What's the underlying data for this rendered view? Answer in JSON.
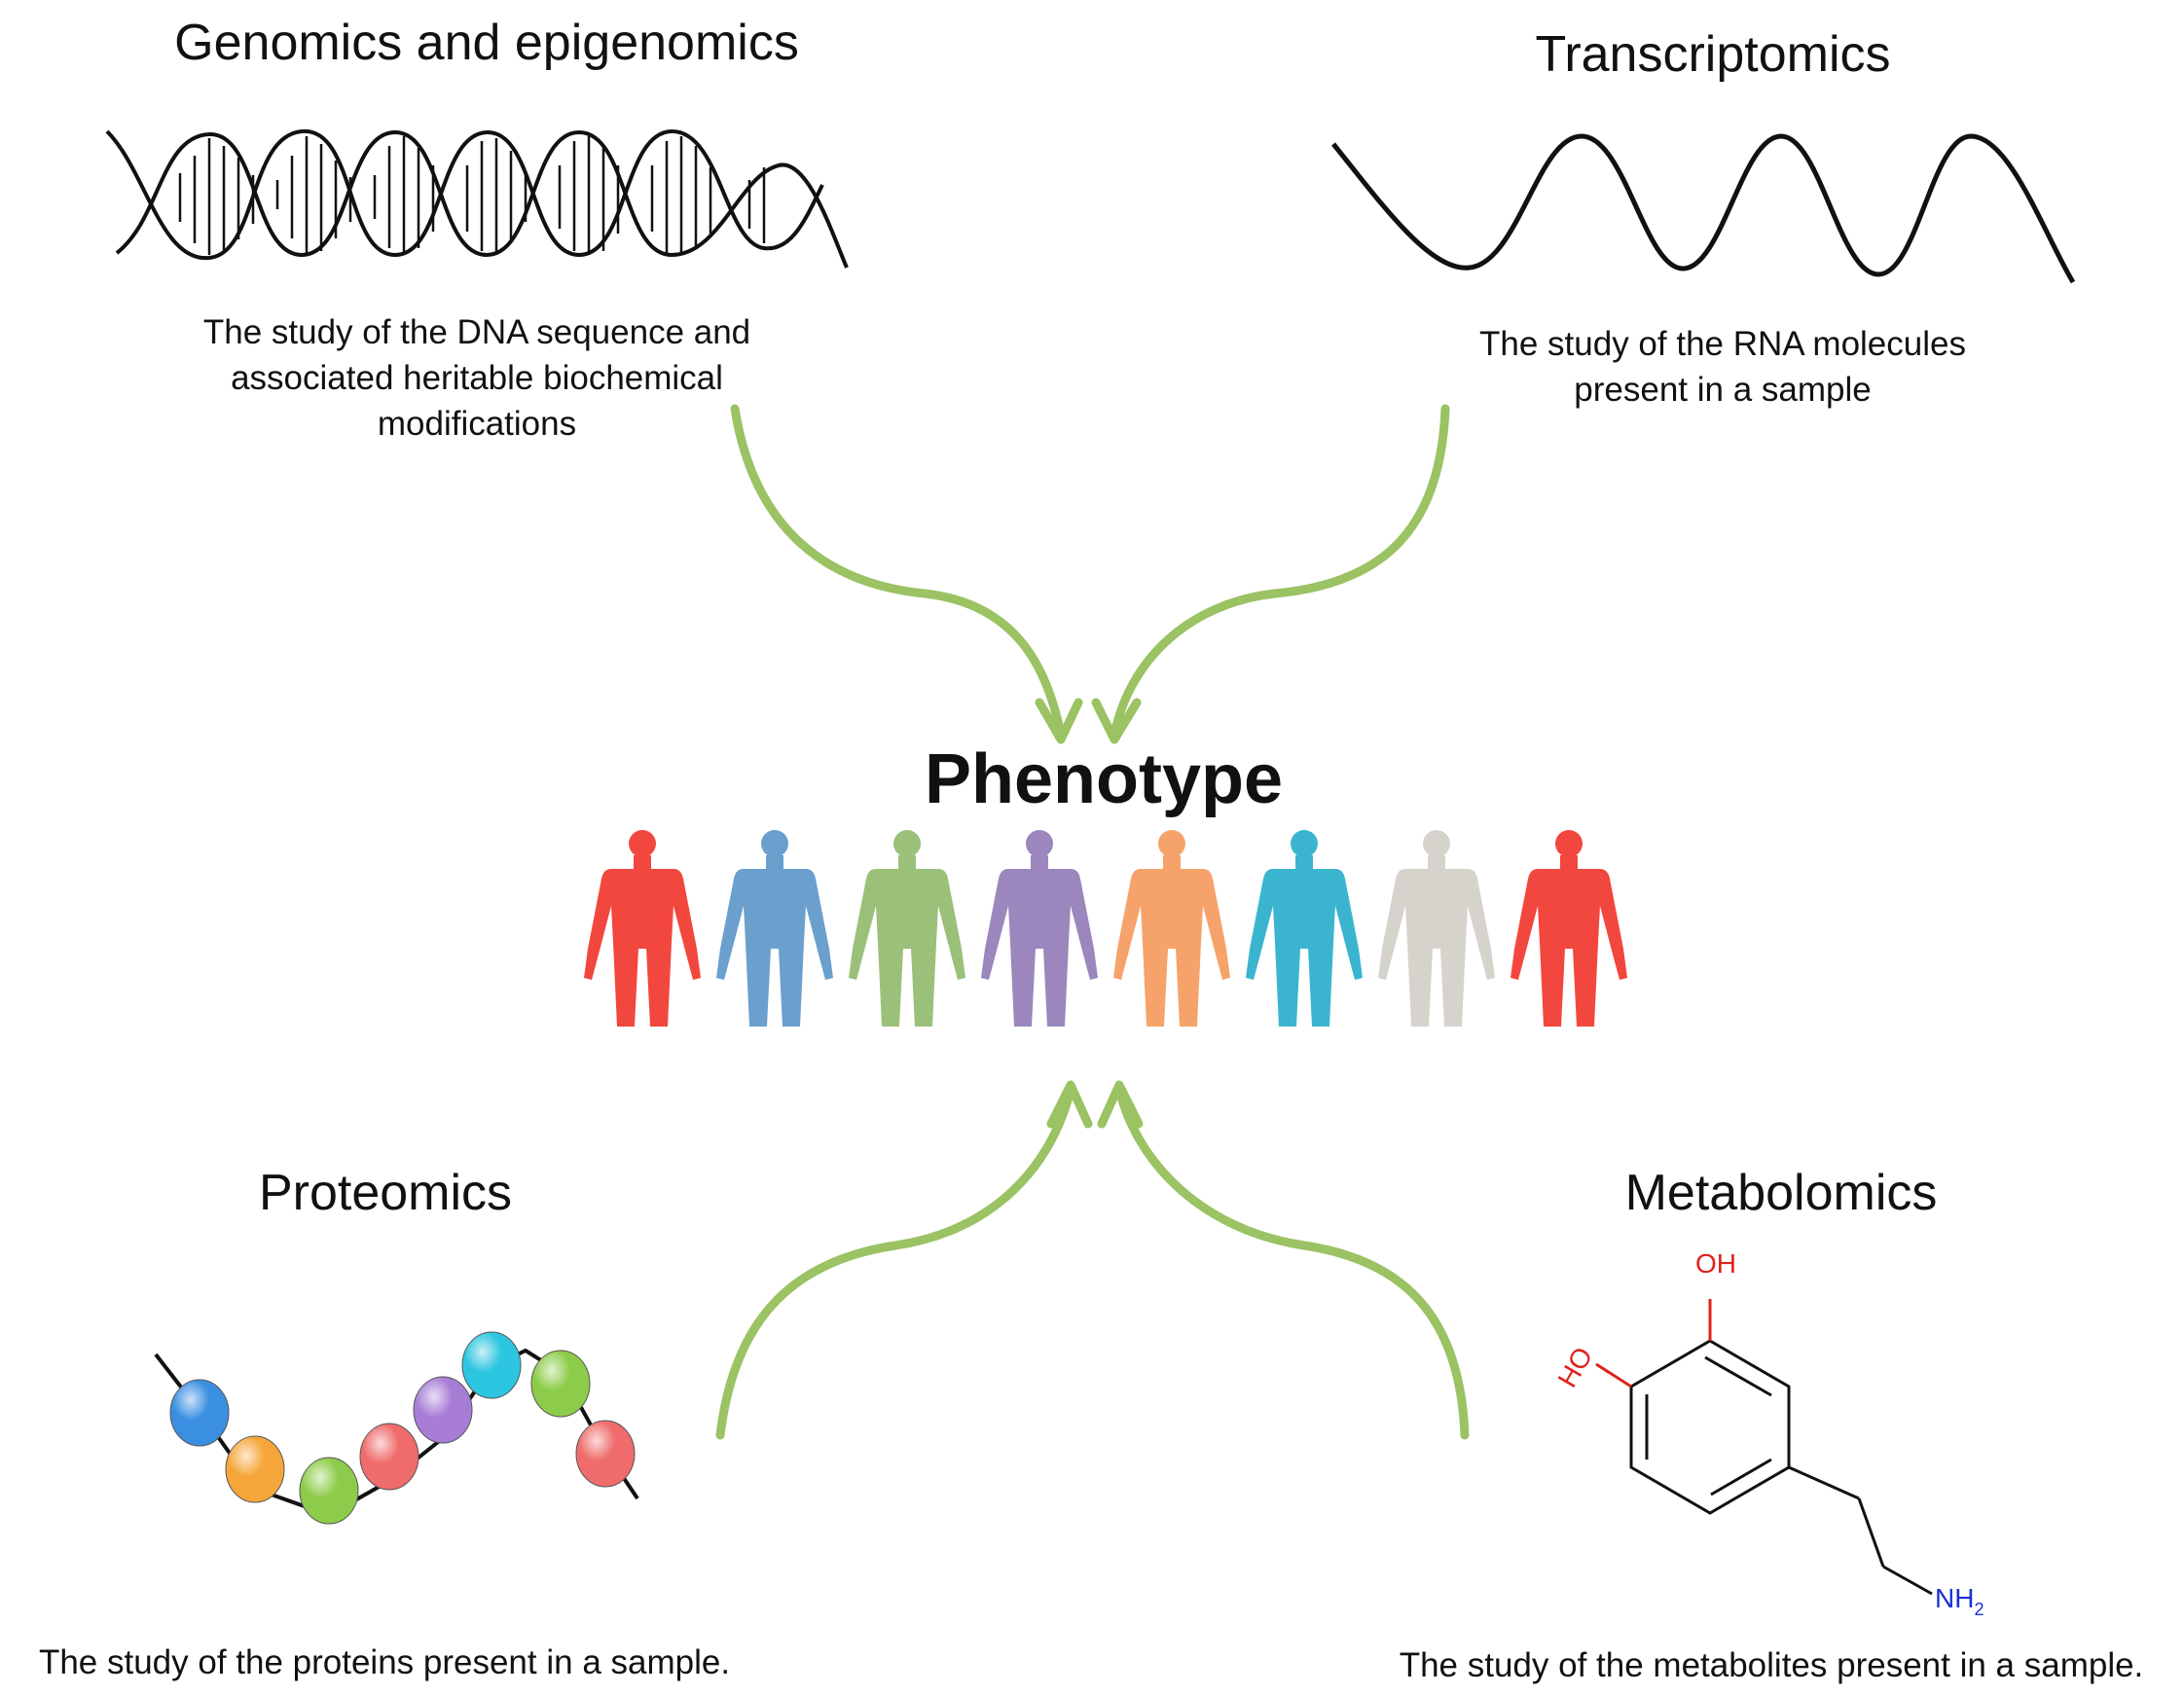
{
  "genomics": {
    "title": "Genomics and epigenomics",
    "lines": [
      "The study of the DNA sequence and",
      "associated heritable biochemical",
      "modifications"
    ]
  },
  "transcriptomics": {
    "title": "Transcriptomics",
    "lines": [
      "The study of the RNA  molecules",
      "present in a sample"
    ]
  },
  "center": {
    "title": "Phenotype"
  },
  "proteomics": {
    "title": "Proteomics",
    "description": "The study of the proteins present in a sample."
  },
  "metabolomics": {
    "title": "Metabolomics",
    "description": "The study of the metabolites present in a sample."
  },
  "molecule_labels": {
    "oh_top": "OH",
    "ho_left": "HO",
    "nh2": "NH",
    "nh2_sub": "2"
  },
  "colors": {
    "arrow": "#9bc263",
    "people": [
      "#f2473f",
      "#6b9fce",
      "#9bc07a",
      "#9b86bd",
      "#f5a36b",
      "#3bb5cf",
      "#d6d3cd",
      "#f2473f"
    ],
    "beads": [
      "#3b8fe0",
      "#f5a63a",
      "#8dcc4a",
      "#f06b6b",
      "#a77dd6",
      "#2cc6e0",
      "#8dcc4a",
      "#f06b6b"
    ],
    "hydroxyl": "#e0211b",
    "amine": "#1a2fd6"
  },
  "icons": [
    "dna-helix-icon",
    "rna-wave-icon",
    "human-figure-icon",
    "protein-chain-icon",
    "dopamine-molecule-icon"
  ]
}
